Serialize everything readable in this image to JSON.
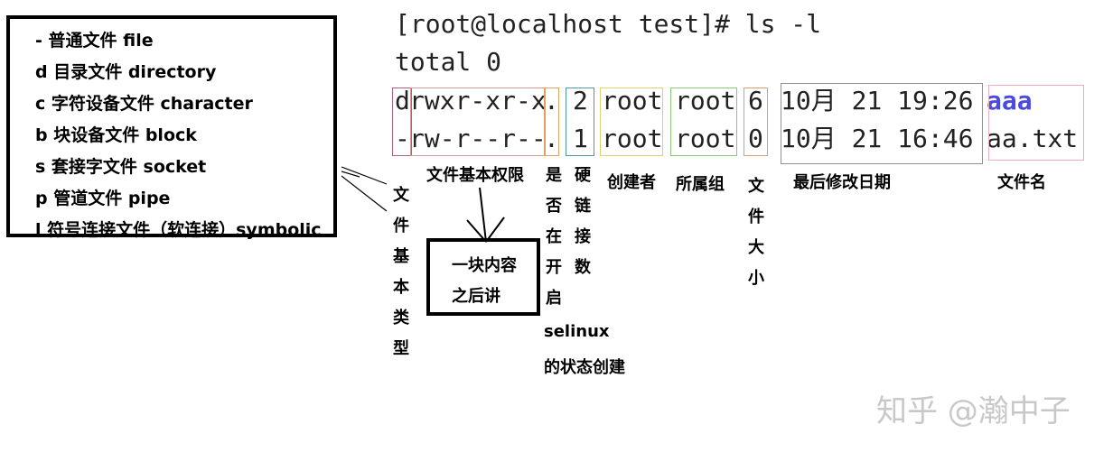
{
  "legend": {
    "items": [
      "- 普通文件 file",
      "d 目录文件 directory",
      "c 字符设备文件 character",
      "b 块设备文件 block",
      "s 套接字文件 socket",
      "p 管道文件 pipe",
      "l 符号连接文件（软连接）symbolic"
    ]
  },
  "terminal": {
    "prompt_line": "[root@localhost test]# ls -l",
    "total_line": "total 0",
    "rows": [
      {
        "type": "d",
        "perm": "rwxr-xr-x",
        "dot": ".",
        "links": "2",
        "owner": "root",
        "group": "root",
        "size": "6",
        "date": "10月 21 19:26",
        "name": "aaa"
      },
      {
        "type": "-",
        "perm": "rw-r--r--",
        "dot": ".",
        "links": "1",
        "owner": "root",
        "group": "root",
        "size": "0",
        "date": "10月 21 16:46",
        "name": "aa.txt"
      }
    ]
  },
  "labels": {
    "file_type": "文件基本类型",
    "permission": "文件基本权限",
    "selinux_chars": "是否在开启",
    "selinux_tail_1": "selinux",
    "selinux_tail_2": "的状态创建",
    "hard_links": "硬链接数",
    "owner": "创建者",
    "group": "所属组",
    "size": "文件大小",
    "mtime": "最后修改日期",
    "filename": "文件名"
  },
  "note": {
    "line1": "一块内容",
    "line2": "之后讲"
  },
  "watermark": "知乎 @瀚中子",
  "colors": {
    "type_box": "#b0607a",
    "perm_box": "#d49a9a",
    "dot_box": "#e4a060",
    "links_box": "#4a9aa8",
    "owner_box": "#e0d070",
    "group_box": "#8cc878",
    "size_box": "#d8a070",
    "date_box": "#909090",
    "name_box": "#e8b0c0",
    "dir_name": "#4a4ae0"
  }
}
